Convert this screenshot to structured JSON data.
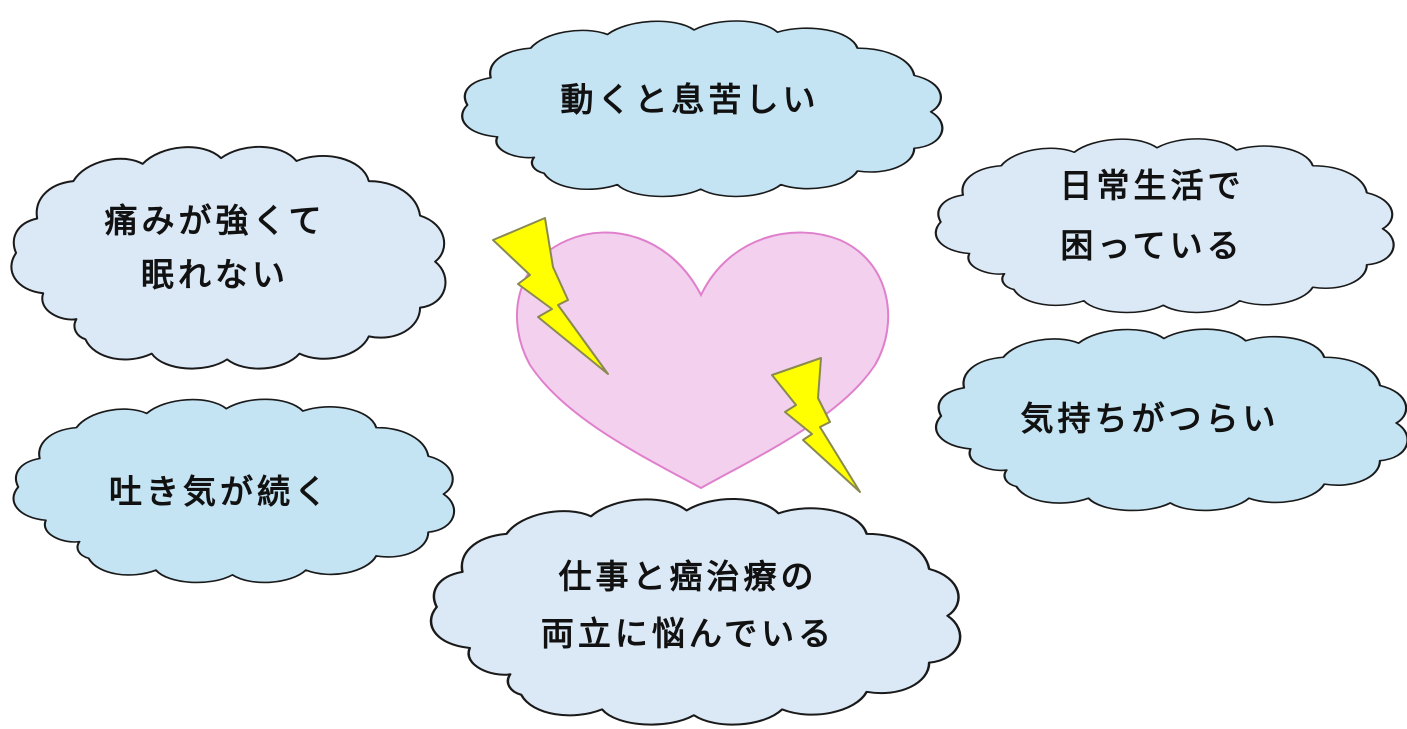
{
  "colors": {
    "cloud_fill_blue": "#c4e3f3",
    "cloud_fill_light": "#dbe9f6",
    "cloud_stroke": "#1a1a1a",
    "heart_fill": "#f2d0ee",
    "heart_stroke": "#e080cc",
    "bolt_fill": "#ffff00",
    "bolt_stroke": "#8a8a50"
  },
  "icons": [
    "cloud-shape",
    "heart-shape",
    "lightning-bolt-icon"
  ],
  "clouds": [
    {
      "id": "breathless",
      "lines": [
        "動くと息苦しい"
      ]
    },
    {
      "id": "pain",
      "lines": [
        "痛みが強くて",
        "眠れない"
      ]
    },
    {
      "id": "daily-life",
      "lines": [
        "日常生活で",
        "困っている"
      ]
    },
    {
      "id": "nausea",
      "lines": [
        "吐き気が続く"
      ]
    },
    {
      "id": "feelings",
      "lines": [
        "気持ちがつらい"
      ]
    },
    {
      "id": "work-treatment",
      "lines": [
        "仕事と癌治療の",
        "両立に悩んでいる"
      ]
    }
  ]
}
